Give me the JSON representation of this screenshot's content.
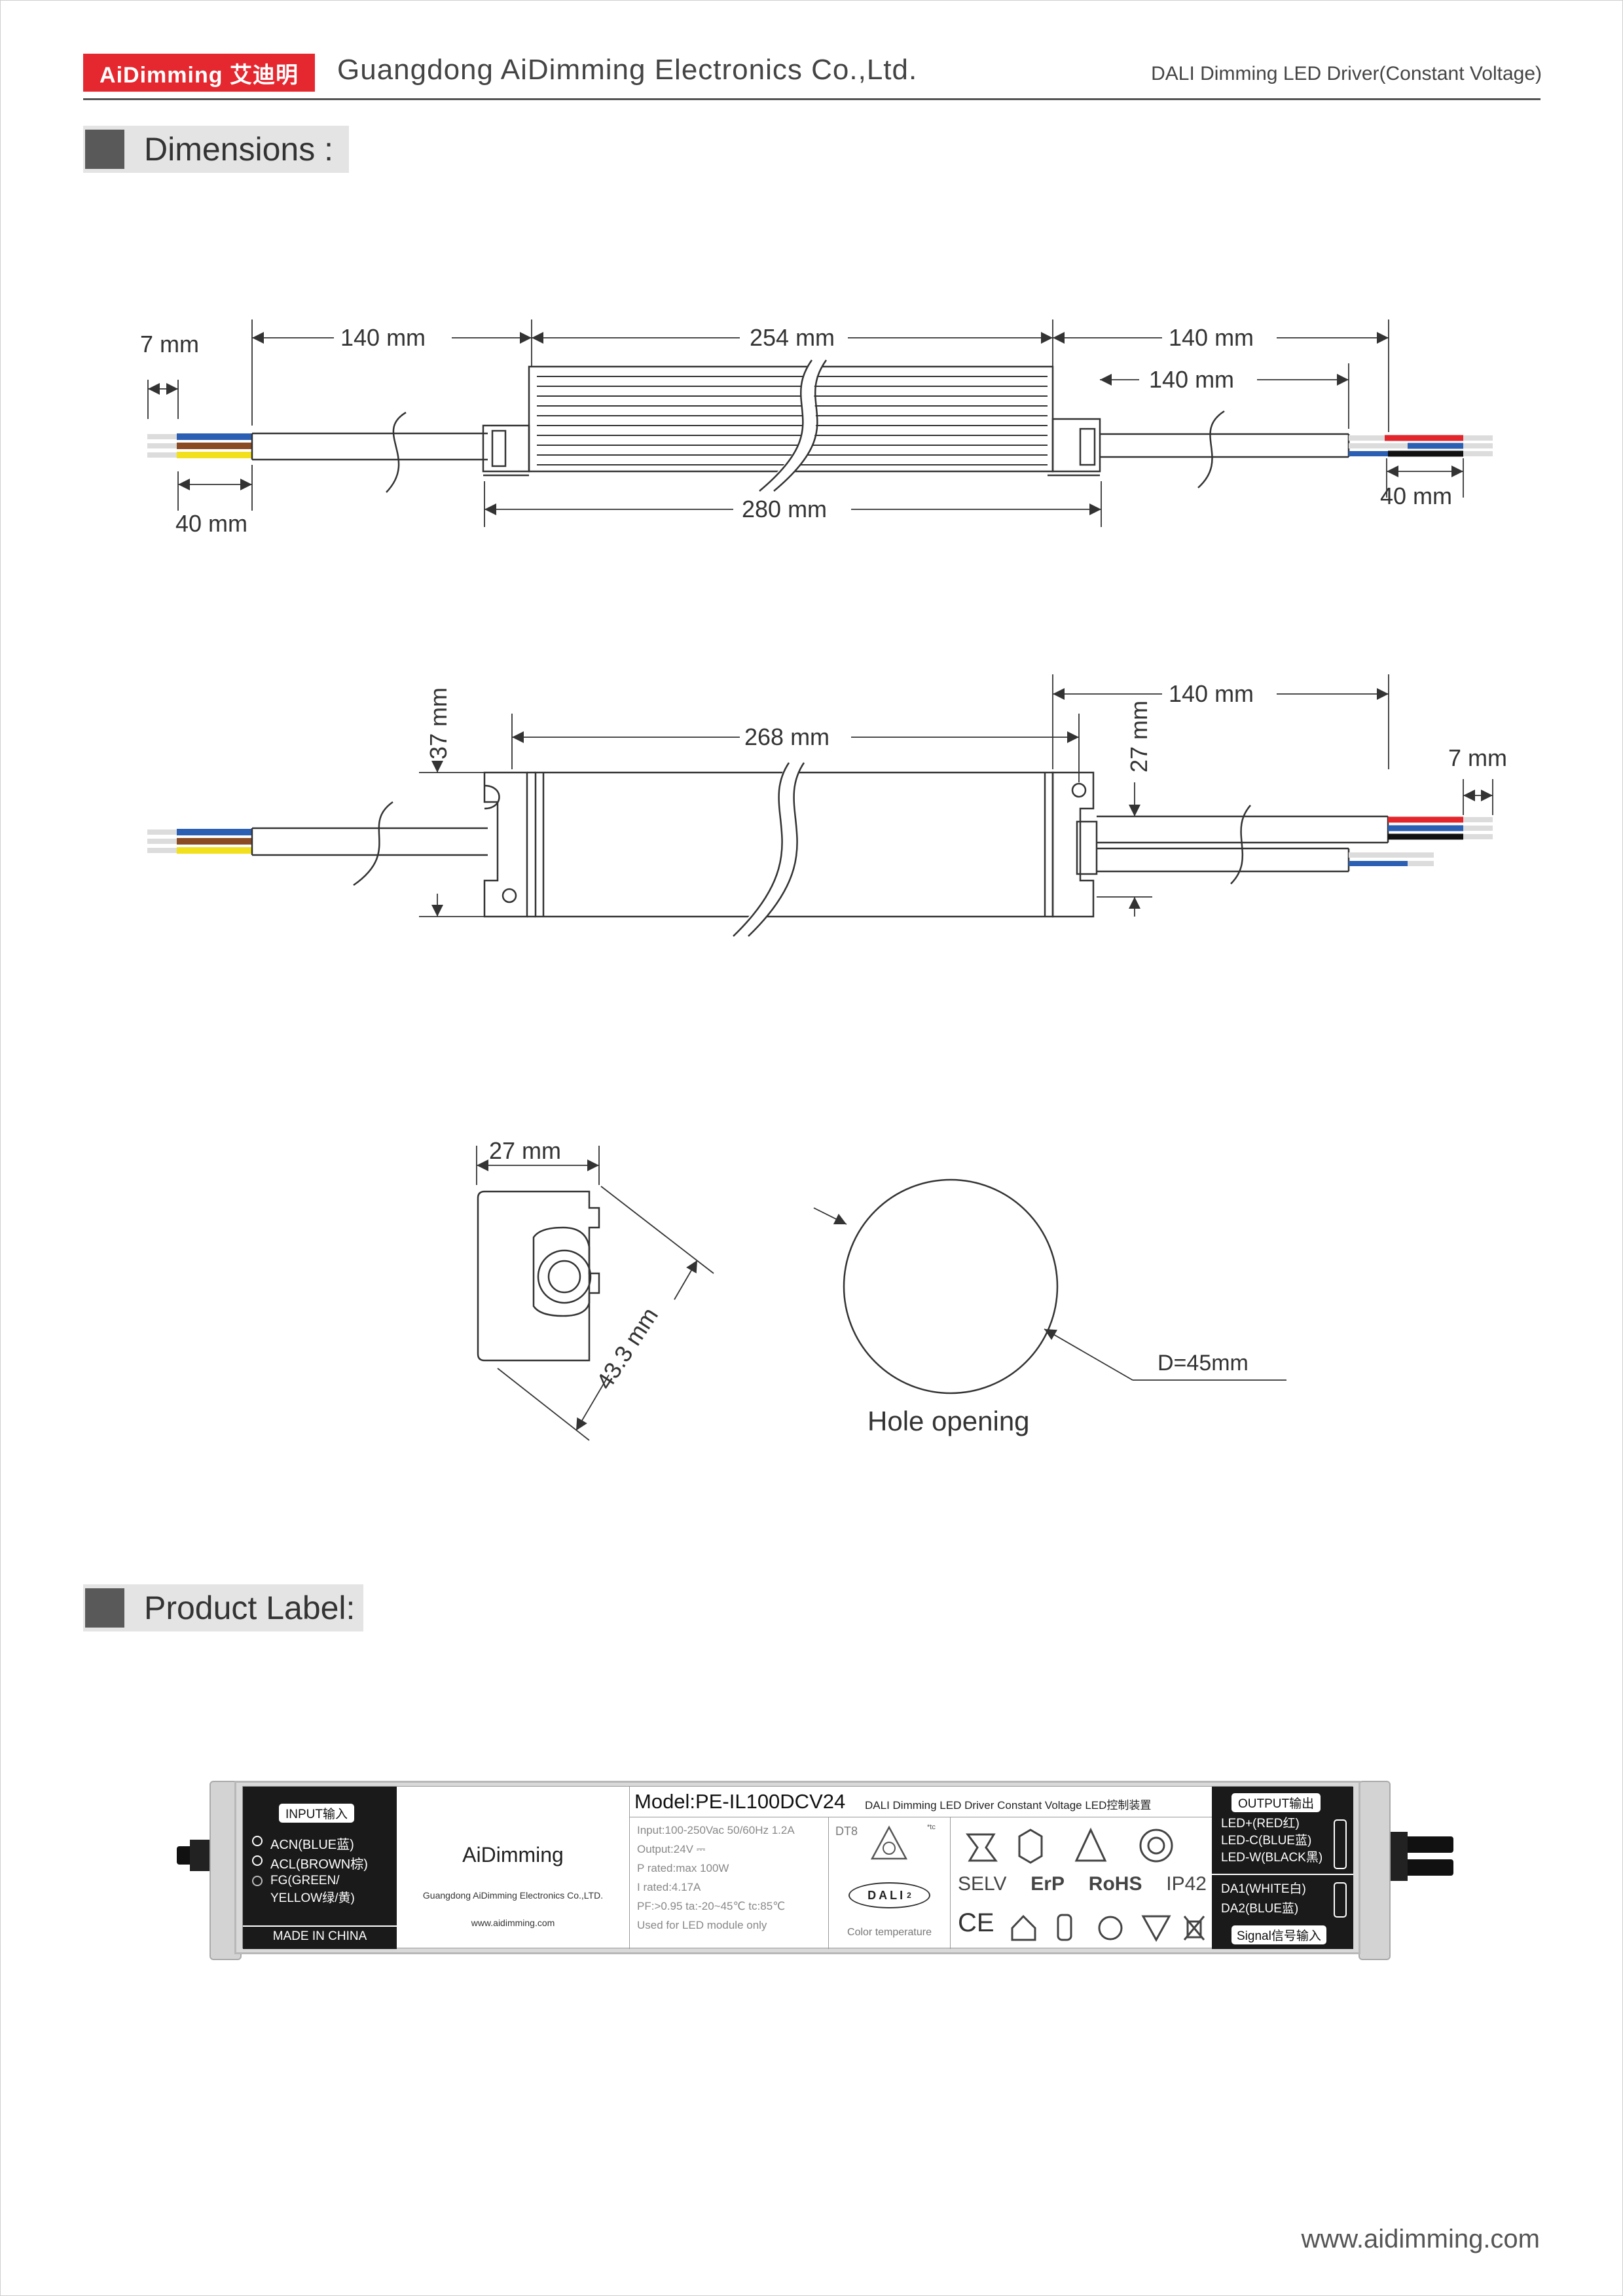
{
  "header": {
    "logo": "AiDimming 艾迪明",
    "company": "Guangdong AiDimming Electronics Co.,Ltd.",
    "doc_title": "DALI Dimming LED Driver(Constant Voltage)"
  },
  "sections": {
    "dimensions": "Dimensions :",
    "product_label": "Product Label:"
  },
  "drawing1": {
    "left_strip": "7 mm",
    "left_cable": "140 mm",
    "body": "254 mm",
    "right_cable": "140 mm",
    "right_cable2": "140 mm",
    "left_wire": "40 mm",
    "overall": "280 mm",
    "right_wire": "40 mm"
  },
  "drawing2": {
    "height": "37 mm",
    "mount": "268 mm",
    "right_cable": "140 mm",
    "gap": "27 mm",
    "strip": "7 mm"
  },
  "drawing3": {
    "width": "27 mm",
    "diag": "43.3 mm",
    "diameter": "D=45mm",
    "hole_label": "Hole opening"
  },
  "label": {
    "input_title": "INPUT输入",
    "input_items": [
      "ACN(BLUE蓝)",
      "ACL(BROWN棕)",
      "FG(GREEN/",
      "YELLOW绿/黄)"
    ],
    "made_in": "MADE IN CHINA",
    "brand": "AiDimming",
    "brand_company": "Guangdong AiDimming Electronics Co.,LTD.",
    "brand_url": "www.aidimming.com",
    "model": "Model:PE-IL100DCV24",
    "description": "DALI Dimming LED Driver Constant Voltage LED控制装置",
    "specs": [
      "Input:100-250Vac 50/60Hz  1.2A",
      "Output:24V ⎓",
      "P rated:max 100W",
      "I rated:4.17A",
      "PF:>0.95   ta:-20~45℃   tc:85℃",
      "Used for LED module only"
    ],
    "dt8": "DT8",
    "tc": "*tc",
    "dali": "DALI",
    "dali_num": "2",
    "color_temp": "Color temperature",
    "marks_row1": [
      "SELV",
      "ErP",
      "RoHS",
      "IP42"
    ],
    "marks_row2": [
      "CE"
    ],
    "output_title": "OUTPUT输出",
    "output_items": [
      "LED+(RED红)",
      "LED-C(BLUE蓝)",
      "LED-W(BLACK黑)"
    ],
    "signal_items": [
      "DA1(WHITE白)",
      "DA2(BLUE蓝)"
    ],
    "signal_title": "Signal信号输入"
  },
  "footer": {
    "url": "www.aidimming.com"
  }
}
